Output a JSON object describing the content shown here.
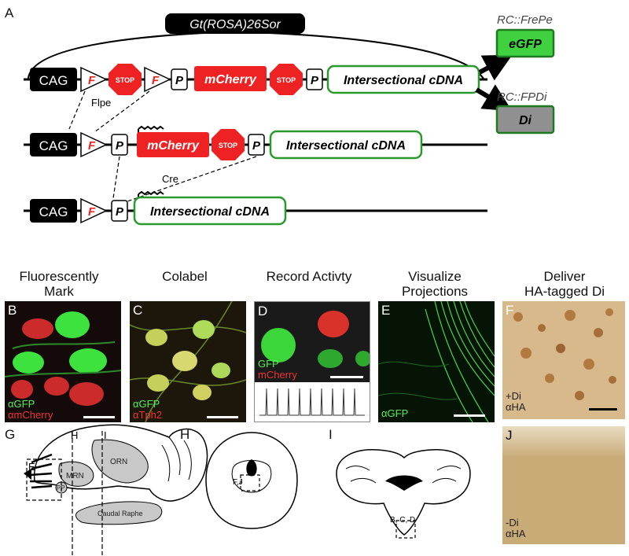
{
  "panel_letters": {
    "A": "A",
    "B": "B",
    "C": "C",
    "D": "D",
    "E": "E",
    "F": "F",
    "G": "G",
    "H": "H",
    "I": "I",
    "J": "J"
  },
  "construct": {
    "locus_label": "Gt(ROSA)26Sor",
    "promoter": "CAG",
    "frt": "F",
    "loxp": "P",
    "stop": "STOP",
    "mcherry": "mCherry",
    "cdna": "Intersectional cDNA",
    "flpe": "Flpe",
    "cre": "Cre"
  },
  "alleles": [
    {
      "name": "RC::FrePe",
      "product": "eGFP",
      "fill": "#3fd13f"
    },
    {
      "name": "RC::FPDi",
      "product": "Di",
      "fill": "#909090"
    }
  ],
  "colors": {
    "frt_red": "#ee2222",
    "cdna_green": "#2a9a2a",
    "micro_green": "#55ee55",
    "micro_red": "#ee3333"
  },
  "column_heads": {
    "mark": [
      "Fluorescently",
      "Mark"
    ],
    "colabel": [
      "Colabel"
    ],
    "record": [
      "Record Activty"
    ],
    "visualize": [
      "Visualize",
      "Projections"
    ],
    "deliver": [
      "Deliver",
      "HA-tagged Di"
    ]
  },
  "micrographs": {
    "B": {
      "line1": "αGFP",
      "line2": "αmCherry"
    },
    "C": {
      "line1": "αGFP",
      "line2": "αTph2"
    },
    "D": {
      "line1": "GFP",
      "line2": "mCherry"
    },
    "E": {
      "line1": "αGFP"
    },
    "F": {
      "line1": "+Di",
      "line2": "αHA"
    },
    "J": {
      "line1": "-Di",
      "line2": "αHA"
    }
  },
  "brain": {
    "orn": "ORN",
    "mrn": "MRN",
    "pp": "PP",
    "caudal": "Caudal Raphe",
    "box_E": "E",
    "cut_H": "H",
    "cut_I": "I",
    "box_FJ": "F,J",
    "box_BCD": "B, C, D"
  }
}
